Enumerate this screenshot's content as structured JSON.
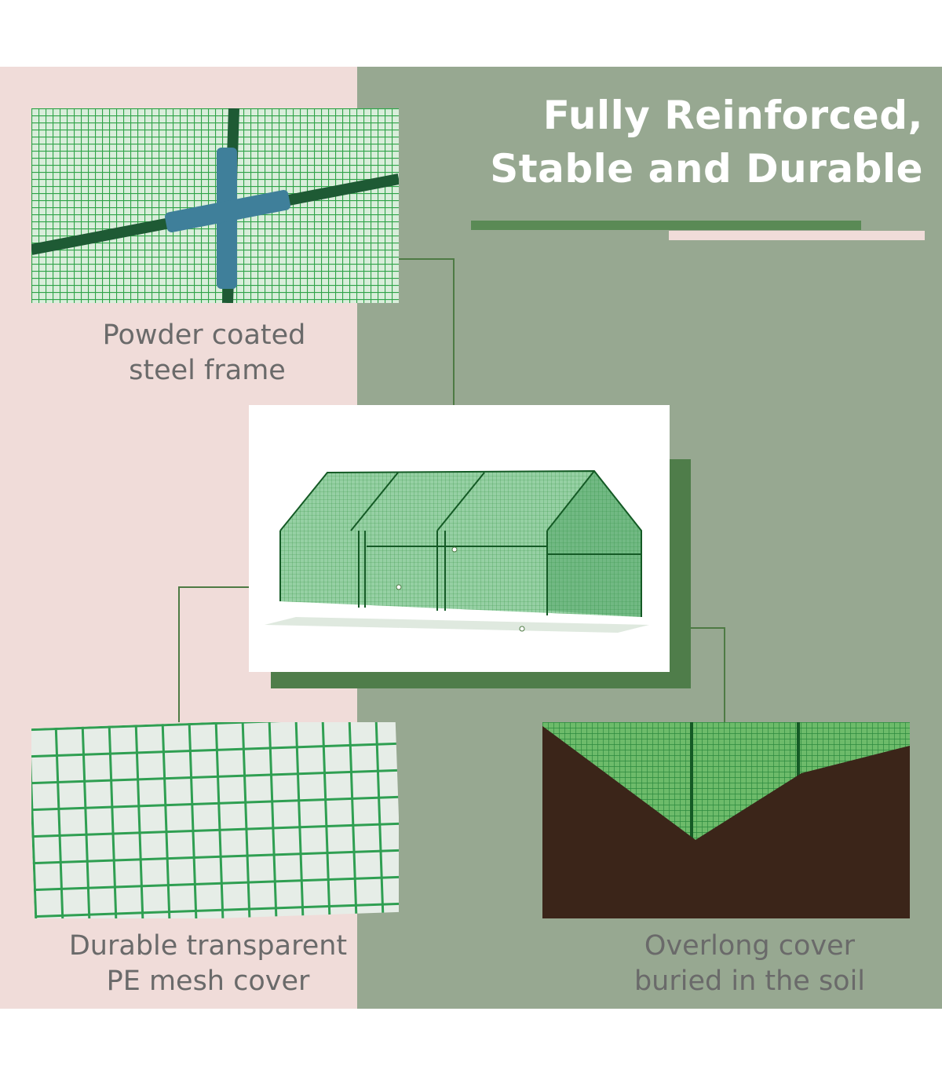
{
  "heading": {
    "line1": "Fully Reinforced,",
    "line2": "Stable and Durable"
  },
  "features": [
    {
      "caption_line1": "Powder coated",
      "caption_line2": "steel frame"
    },
    {
      "caption_line1": "Durable transparent",
      "caption_line2": "PE mesh cover"
    },
    {
      "caption_line1": "Overlong cover",
      "caption_line2": "buried in the soil"
    }
  ],
  "colors": {
    "pink_panel": "#f0dcd9",
    "green_panel": "#97a891",
    "accent_dark_green": "#5a8a55",
    "accent_pink": "#f0dcd9"
  }
}
